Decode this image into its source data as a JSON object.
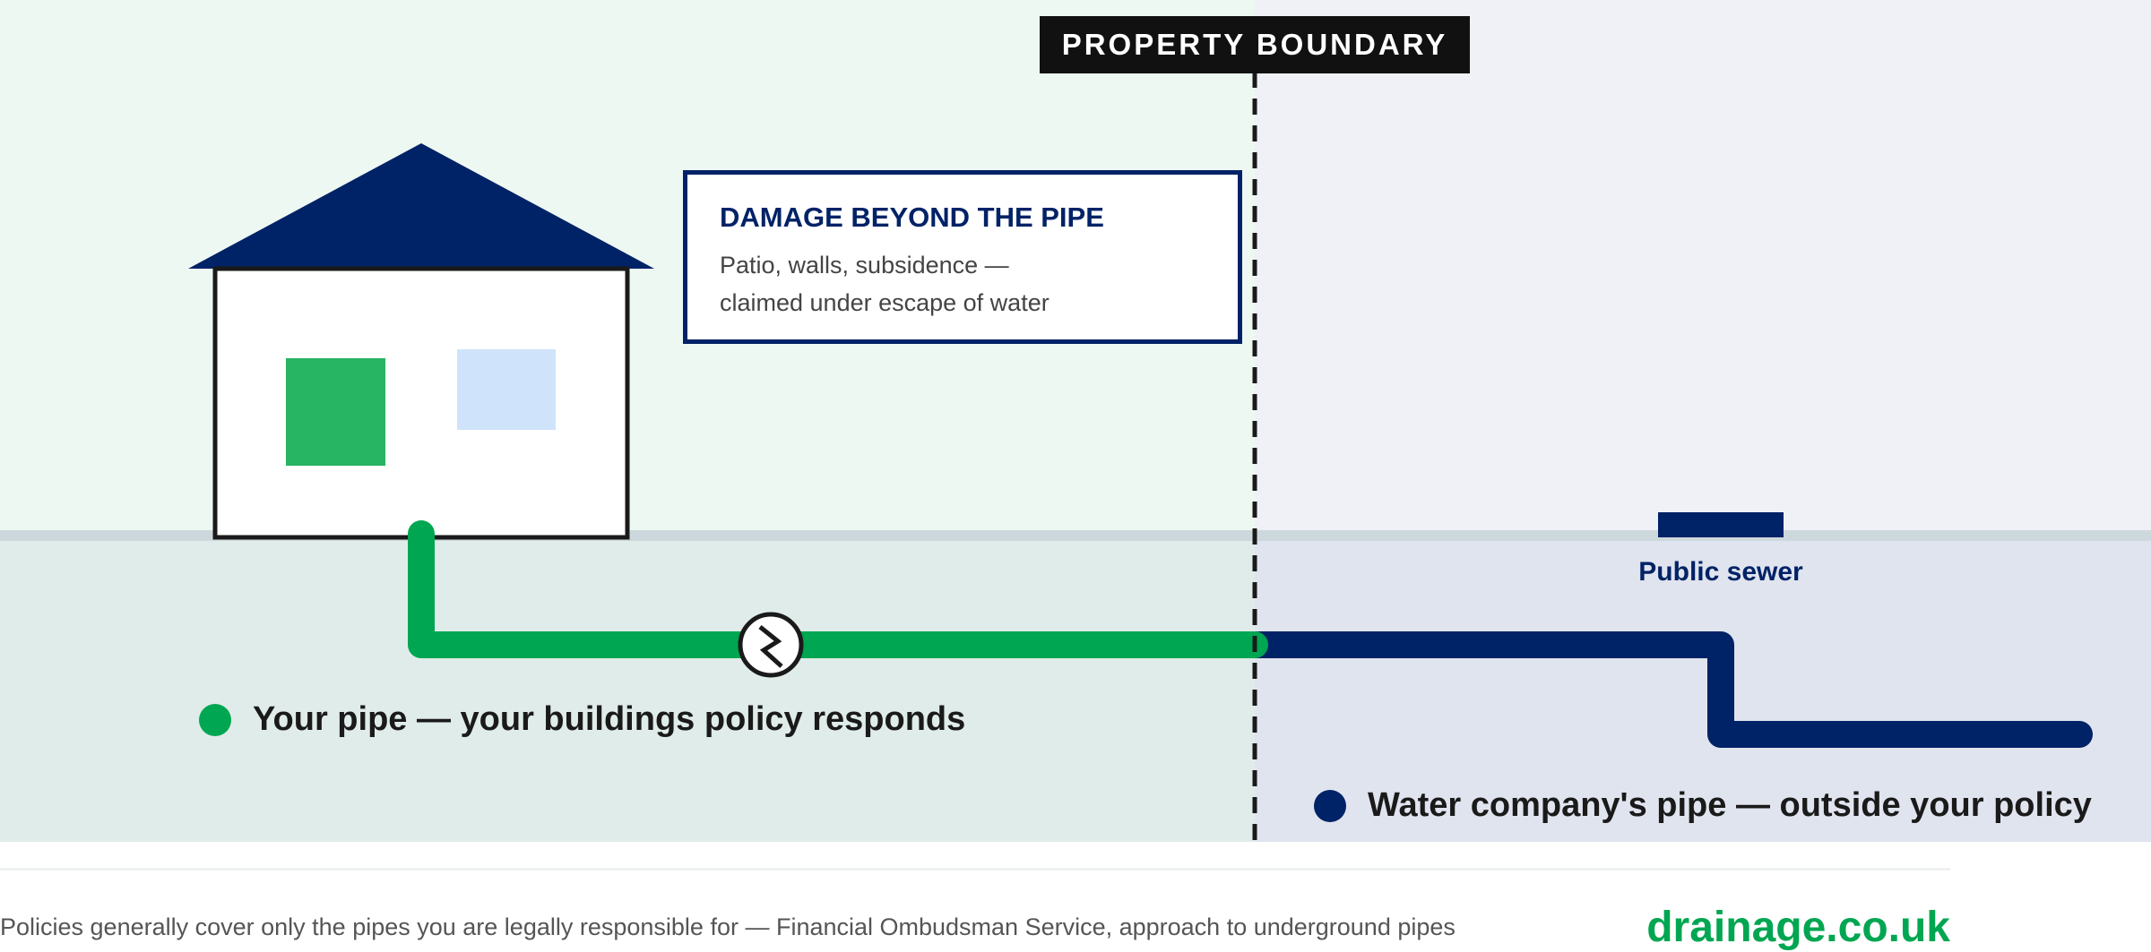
{
  "boundary": {
    "label": "PROPERTY BOUNDARY"
  },
  "callout": {
    "title": "DAMAGE BEYOND THE PIPE",
    "lines": [
      "Patio, walls, subsidence —",
      "claimed under escape of water"
    ]
  },
  "sewer": {
    "label": "Public sewer"
  },
  "legend": {
    "yours": {
      "label": "Your pipe — your buildings policy responds",
      "color": "#00a651"
    },
    "water_company": {
      "label": "Water company's pipe — outside your policy",
      "color": "#002266"
    }
  },
  "footer": {
    "source": "Policies generally cover only the pipes you are legally responsible for — Financial Ombudsman Service, approach to underground pipes",
    "brand": "drainage.co.uk"
  },
  "colors": {
    "green": "#00a651",
    "navy": "#002266",
    "left_sky": "#eef8f3",
    "right_sky": "#eff1f6",
    "left_ground": "#e0ece9",
    "right_ground": "#e0e4ee",
    "window_green": "#27b463",
    "window_blue": "#cfe3fb"
  },
  "icons": {
    "break_marker": "lightning-icon",
    "roof": "house-roof-icon"
  }
}
